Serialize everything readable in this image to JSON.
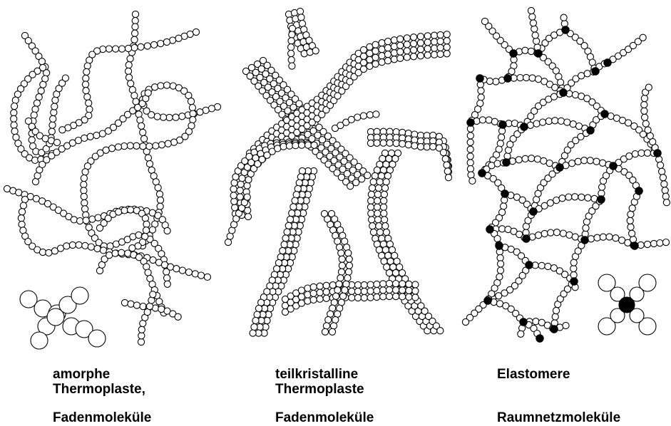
{
  "panels": [
    {
      "id": "amorph",
      "caption_lines": [
        "amorphe",
        "Thermoplaste,"
      ],
      "subcaption": "Fadenmoleküle"
    },
    {
      "id": "teilkristallin",
      "caption_lines": [
        "teilkristalline",
        "Thermoplaste"
      ],
      "subcaption": "Fadenmoleküle"
    },
    {
      "id": "elastomer",
      "caption_lines": [
        "Elastomere"
      ],
      "subcaption": "Raumnetzmoleküle"
    }
  ],
  "colors": {
    "bead_fill": "#ffffff",
    "bead_stroke": "#000000",
    "crosslink": "#000000"
  }
}
